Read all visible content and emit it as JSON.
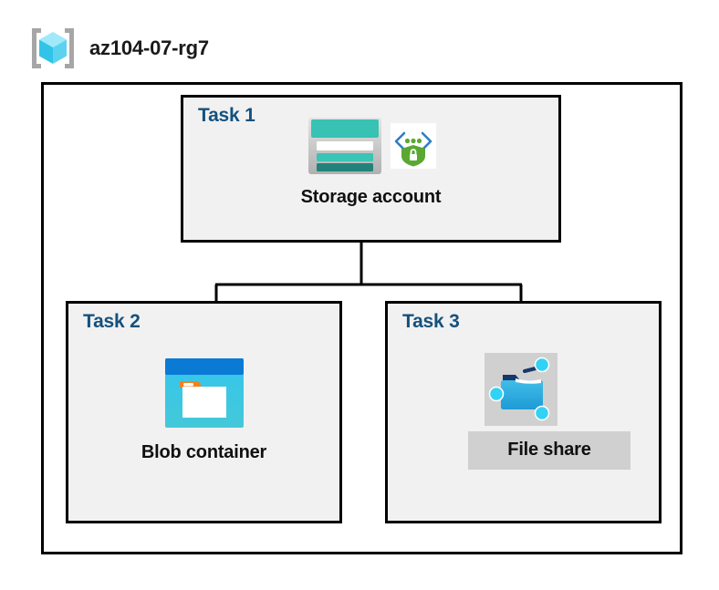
{
  "header": {
    "icon": "resource-group-icon",
    "title": "az104-07-rg7"
  },
  "resource_group": {
    "name": "az104-07-rg7",
    "border_color": "#000000",
    "background": "#ffffff"
  },
  "style": {
    "task_label_color": "#14517e",
    "task_box_fill": "#f1f1f1",
    "caption_color": "#101010",
    "highlight_fill": "#d0d0d0",
    "connector_color": "#000000"
  },
  "tasks": [
    {
      "label": "Task 1",
      "node_caption": "Storage account",
      "icons": [
        "storage-account-icon",
        "secure-encryption-icon"
      ],
      "selected": false
    },
    {
      "label": "Task 2",
      "node_caption": "Blob container",
      "icons": [
        "blob-container-icon"
      ],
      "selected": false
    },
    {
      "label": "Task 3",
      "node_caption": "File share",
      "icons": [
        "file-share-icon"
      ],
      "selected": true
    }
  ]
}
